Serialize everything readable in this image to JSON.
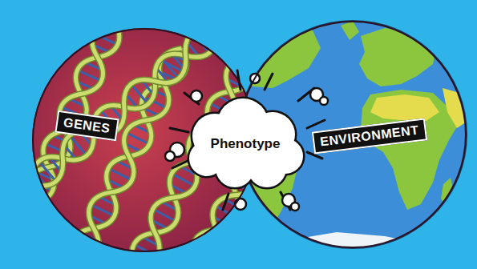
{
  "diagram": {
    "nodes": [
      {
        "text": [
          "GENES"
        ]
      },
      {
        "text": [
          "Phenotype"
        ]
      },
      {
        "text": [
          "ENVIRONMENT"
        ]
      }
    ]
  }
}
